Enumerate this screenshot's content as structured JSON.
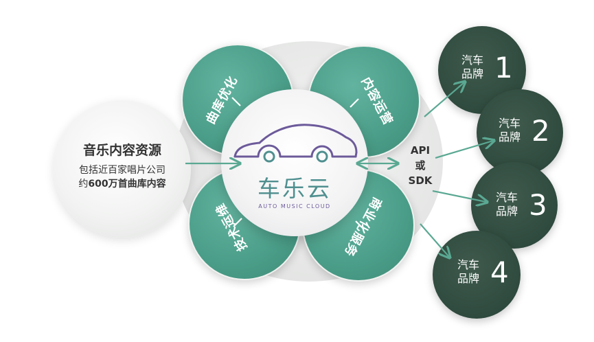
{
  "source": {
    "title": "音乐内容资源",
    "line1": "包括近百家唱片公司",
    "line2_prefix": "约",
    "line2_bold": "600万首曲库内容"
  },
  "petals": {
    "top_left": "曲库优化",
    "top_right": "内容运营",
    "bottom_left": "技术运维",
    "bottom_right": "商业化服务"
  },
  "core": {
    "name": "车乐云",
    "subtitle": "AUTO MUSIC CLOUD"
  },
  "api": {
    "line1": "API",
    "line2": "或",
    "line3": "SDK"
  },
  "car_brands": [
    {
      "label_top": "汽车",
      "label_bottom": "品牌",
      "number": "1"
    },
    {
      "label_top": "汽车",
      "label_bottom": "品牌",
      "number": "2"
    },
    {
      "label_top": "汽车",
      "label_bottom": "品牌",
      "number": "3"
    },
    {
      "label_top": "汽车",
      "label_bottom": "品牌",
      "number": "4"
    }
  ],
  "colors": {
    "petal_green": "#4a9d88",
    "brand_dark_green": "#2f4a3e",
    "arrow_green": "#5aa892",
    "logo_teal": "#4f8f8f",
    "logo_purple": "#6c5a9a"
  }
}
